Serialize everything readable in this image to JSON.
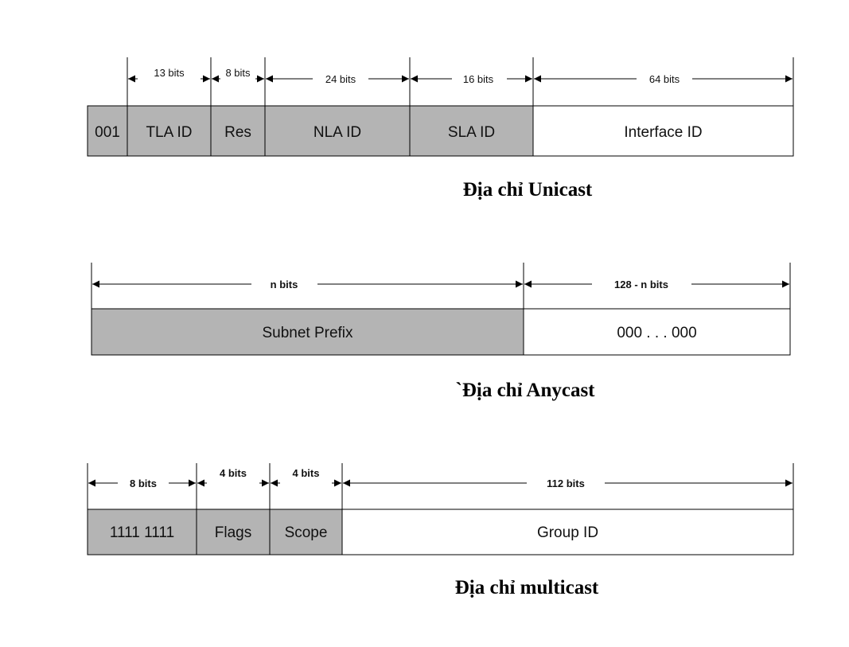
{
  "colors": {
    "shaded": "#b4b4b4",
    "plain": "#ffffff",
    "line": "#000000"
  },
  "unicast": {
    "caption": "Địa chỉ Unicast",
    "fields": [
      {
        "label": "001",
        "shaded": true
      },
      {
        "label": "TLA ID",
        "shaded": true
      },
      {
        "label": "Res",
        "shaded": true
      },
      {
        "label": "NLA ID",
        "shaded": true
      },
      {
        "label": "SLA ID",
        "shaded": true
      },
      {
        "label": "Interface ID",
        "shaded": false
      }
    ],
    "dims": [
      "13 bits",
      "8 bits",
      "24 bits",
      "16 bits",
      "64 bits"
    ]
  },
  "anycast": {
    "caption": "`Địa chỉ Anycast",
    "fields": [
      {
        "label": "Subnet Prefix",
        "shaded": true
      },
      {
        "label": "000 . . . 000",
        "shaded": false
      }
    ],
    "dims": [
      "n bits",
      "128 - n bits"
    ]
  },
  "multicast": {
    "caption": "Địa chỉ multicast",
    "fields": [
      {
        "label": "1111 1111",
        "shaded": true
      },
      {
        "label": "Flags",
        "shaded": true
      },
      {
        "label": "Scope",
        "shaded": true
      },
      {
        "label": "Group ID",
        "shaded": false
      }
    ],
    "dims": [
      "8 bits",
      "4 bits",
      "4 bits",
      "112 bits"
    ]
  }
}
